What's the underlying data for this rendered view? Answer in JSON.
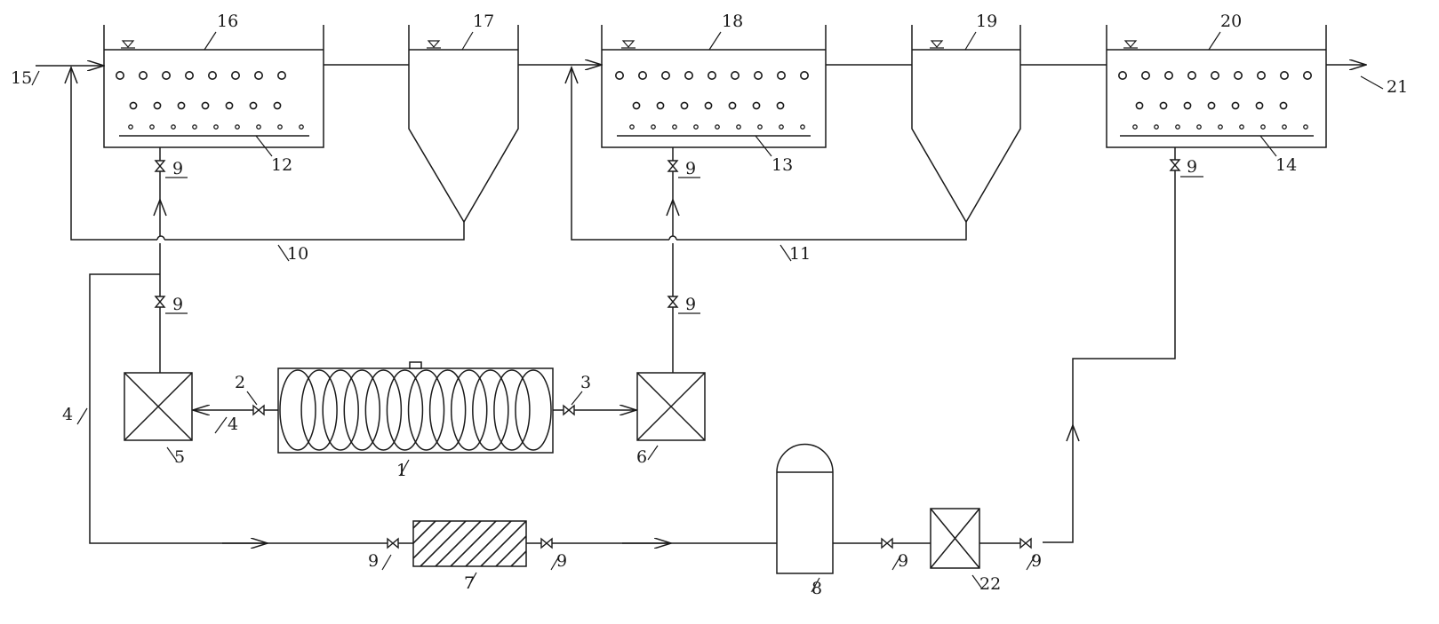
{
  "labels": {
    "raw_water_inlet": "15",
    "treated_outlet": "21",
    "tank_1_water_level": "16",
    "clarifier_1_water_level": "17",
    "tank_2_water_level": "18",
    "clarifier_2_water_level": "19",
    "tank_3_water_level": "20",
    "aerator_1": "12",
    "aerator_2": "13",
    "aerator_3": "14",
    "valve": "9",
    "sludge_return_1": "10",
    "sludge_return_2": "11",
    "coil_unit": "1",
    "outlet_valve_left": "2",
    "outlet_valve_right": "3",
    "pipe_4": "4",
    "mixer_5": "5",
    "mixer_6": "6",
    "hatched_unit": "7",
    "vessel": "8",
    "mixer_22": "22"
  },
  "icons": {
    "water_level": "inverted-triangle-icon",
    "valve": "bowtie-valve-icon",
    "mixer": "crossed-box-icon",
    "arrow": "open-chevron-arrow-icon"
  },
  "colors": {
    "ink": "#1a1a1a",
    "background": "#ffffff"
  }
}
